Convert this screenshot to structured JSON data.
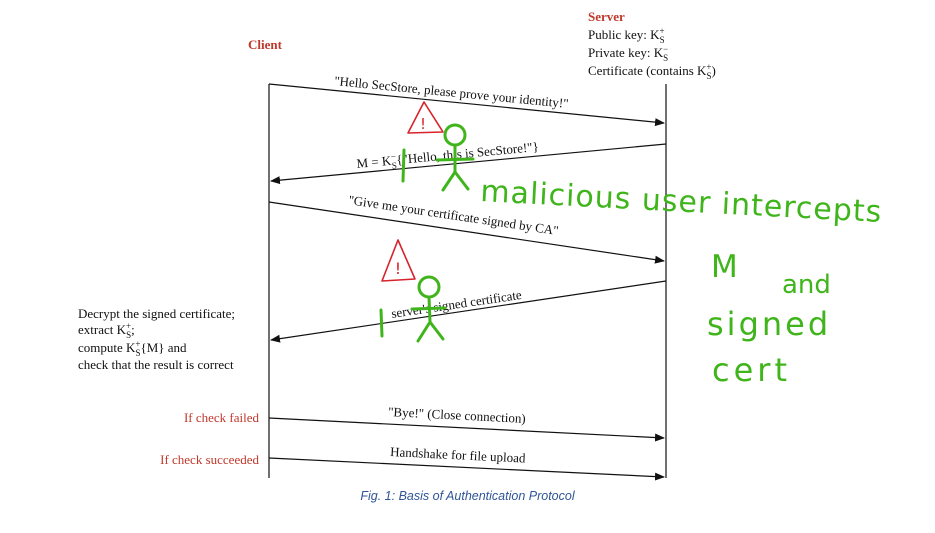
{
  "colors": {
    "ink": "#111111",
    "red": "#c0392b",
    "green": "#3fb51b",
    "caption": "#2f5597"
  },
  "client": {
    "label": "Client"
  },
  "server": {
    "label": "Server",
    "public_key": "Public key: K",
    "public_key_sub": "S",
    "public_key_sup": "+",
    "private_key": "Private key: K",
    "private_key_sub": "S",
    "private_key_sup": "−",
    "certificate": "Certificate (contains K",
    "certificate_sub": "S",
    "certificate_sup": "+",
    "certificate_end": ")"
  },
  "messages": [
    {
      "text": "\"Hello SecStore, please prove your identity!\""
    },
    {
      "text": "M = K",
      "sub": "S",
      "sup": "−",
      "rest": "{\"Hello, this is SecStore!\"}"
    },
    {
      "text": "\"Give me your certificate signed by CA\""
    },
    {
      "text": "server's signed certificate"
    },
    {
      "text": "\"Bye!\" (Close connection)"
    },
    {
      "text": "Handshake for file upload"
    }
  ],
  "client_note": {
    "line1": "Decrypt the signed certificate;",
    "line2": "extract K",
    "line2_sub": "S",
    "line2_sup": "+",
    "line2_end": ";",
    "line3": "compute K",
    "line3_sub": "S",
    "line3_sup": "+",
    "line3_end": "{M} and",
    "line4": "check that the result is correct"
  },
  "conditions": {
    "failed": "If check failed",
    "succeeded": "If check succeeded"
  },
  "handwriting": {
    "warning_symbol": "!",
    "line1": "malicious user intercepts",
    "line2": "M",
    "line2b": "and",
    "line3": "signed",
    "line4": "cert"
  },
  "caption": "Fig. 1: Basis of Authentication Protocol"
}
